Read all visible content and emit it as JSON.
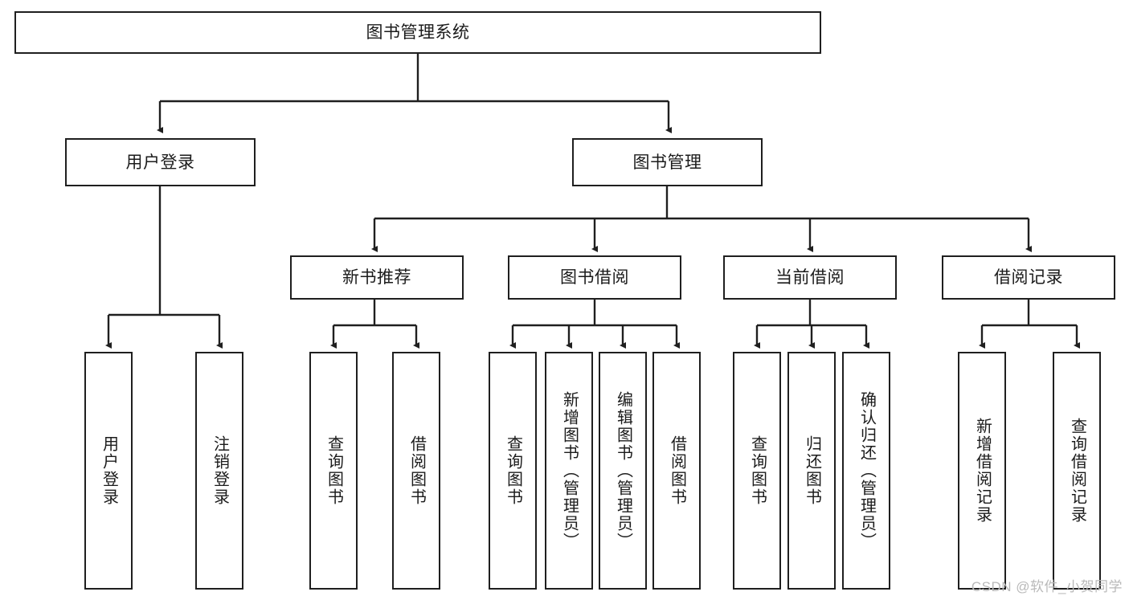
{
  "diagram": {
    "title": "图书管理系统",
    "type": "hierarchy-tree",
    "colors": {
      "box_border": "#1f1f1f",
      "box_fill": "#ffffff",
      "edge": "#1f1f1f",
      "watermark": "#b9b9b9"
    },
    "root": {
      "label": "图书管理系统"
    },
    "level2": [
      {
        "label": "用户登录"
      },
      {
        "label": "图书管理"
      }
    ],
    "level3": [
      {
        "label": "新书推荐"
      },
      {
        "label": "图书借阅"
      },
      {
        "label": "当前借阅"
      },
      {
        "label": "借阅记录"
      }
    ],
    "leaves": {
      "user_login": [
        {
          "label": "用户登录"
        },
        {
          "label": "注销登录"
        }
      ],
      "new_book_recommend": [
        {
          "label": "查询图书"
        },
        {
          "label": "借阅图书"
        }
      ],
      "book_borrow": [
        {
          "label": "查询图书"
        },
        {
          "label": "新增图书（管理员）"
        },
        {
          "label": "编辑图书（管理员）"
        },
        {
          "label": "借阅图书"
        }
      ],
      "current_borrow": [
        {
          "label": "查询图书"
        },
        {
          "label": "归还图书"
        },
        {
          "label": "确认归还（管理员）"
        }
      ],
      "borrow_record": [
        {
          "label": "新增借阅记录"
        },
        {
          "label": "查询借阅记录"
        }
      ]
    },
    "watermark": "CSDN @软件_小贺同学"
  }
}
